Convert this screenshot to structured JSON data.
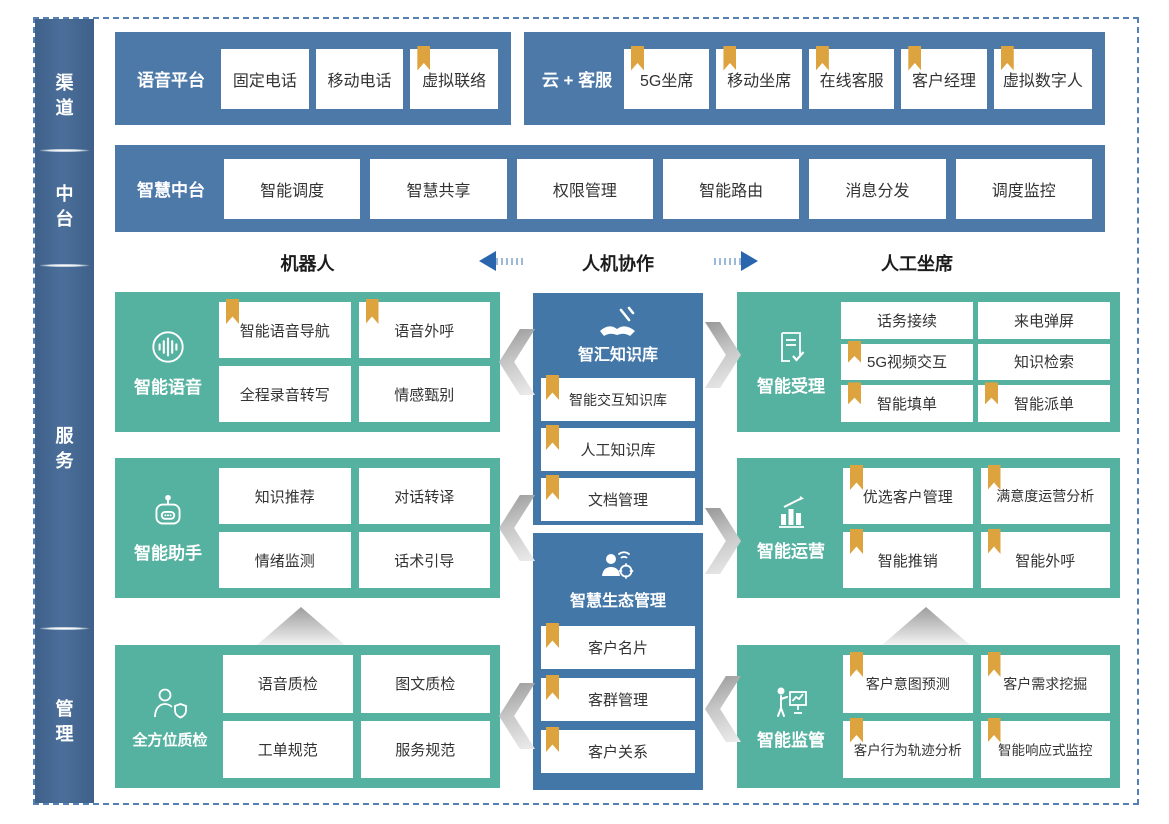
{
  "colors": {
    "panel_blue": "#4d79a9",
    "center_blue": "#4377a8",
    "rail_blue": "#3e6089",
    "teal": "#56b2a0",
    "bookmark_gold": "#dda33f",
    "arrow_blue": "#2a66ae",
    "border_dash_blue": "#5580b5"
  },
  "rail": {
    "items": [
      "渠道",
      "中台",
      "服务",
      "管理"
    ]
  },
  "channel": {
    "voice_panel": {
      "label": "语音平台",
      "items": [
        {
          "text": "固定电话",
          "bookmark": false
        },
        {
          "text": "移动电话",
          "bookmark": false
        },
        {
          "text": "虚拟联络",
          "bookmark": true
        }
      ]
    },
    "cloud_panel": {
      "label": "云 + 客服",
      "items": [
        {
          "text": "5G坐席",
          "bookmark": true
        },
        {
          "text": "移动坐席",
          "bookmark": true
        },
        {
          "text": "在线客服",
          "bookmark": true
        },
        {
          "text": "客户经理",
          "bookmark": true
        },
        {
          "text": "虚拟数字人",
          "bookmark": true
        }
      ]
    }
  },
  "midplatform": {
    "label": "智慧中台",
    "items": [
      "智能调度",
      "智慧共享",
      "权限管理",
      "智能路由",
      "消息分发",
      "调度监控"
    ]
  },
  "collab": {
    "left": "机器人",
    "center": "人机协作",
    "right": "人工坐席"
  },
  "service": {
    "smart_voice": {
      "label": "智能语音",
      "icon": "voice-wave-icon",
      "items": [
        {
          "text": "智能语音导航",
          "bookmark": true
        },
        {
          "text": "语音外呼",
          "bookmark": true
        },
        {
          "text": "全程录音转写",
          "bookmark": false
        },
        {
          "text": "情感甄别",
          "bookmark": false
        }
      ]
    },
    "smart_assistant": {
      "label": "智能助手",
      "icon": "robot-icon",
      "items": [
        {
          "text": "知识推荐",
          "bookmark": false
        },
        {
          "text": "对话转译",
          "bookmark": false
        },
        {
          "text": "情绪监测",
          "bookmark": false
        },
        {
          "text": "话术引导",
          "bookmark": false
        }
      ]
    },
    "quality_check": {
      "label": "全方位质检",
      "icon": "inspector-icon",
      "items": [
        {
          "text": "语音质检",
          "bookmark": false
        },
        {
          "text": "图文质检",
          "bookmark": false
        },
        {
          "text": "工单规范",
          "bookmark": false
        },
        {
          "text": "服务规范",
          "bookmark": false
        }
      ]
    },
    "knowledge_base": {
      "label": "智汇知识库",
      "icon": "book-pen-icon",
      "items": [
        {
          "text": "智能交互知识库",
          "bookmark": true
        },
        {
          "text": "人工知识库",
          "bookmark": true
        },
        {
          "text": "文档管理",
          "bookmark": true
        }
      ]
    },
    "eco_management": {
      "label": "智慧生态管理",
      "icon": "person-network-icon",
      "items": [
        {
          "text": "客户名片",
          "bookmark": true
        },
        {
          "text": "客群管理",
          "bookmark": true
        },
        {
          "text": "客户关系",
          "bookmark": true
        }
      ]
    },
    "smart_accept": {
      "label": "智能受理",
      "icon": "document-check-icon",
      "items": [
        {
          "text": "话务接续",
          "bookmark": false
        },
        {
          "text": "来电弹屏",
          "bookmark": false
        },
        {
          "text": "5G视频交互",
          "bookmark": true
        },
        {
          "text": "知识检索",
          "bookmark": false
        },
        {
          "text": "智能填单",
          "bookmark": true
        },
        {
          "text": "智能派单",
          "bookmark": true
        }
      ]
    },
    "smart_ops": {
      "label": "智能运营",
      "icon": "chart-growth-icon",
      "items": [
        {
          "text": "优选客户管理",
          "bookmark": true
        },
        {
          "text": "满意度运营分析",
          "bookmark": true
        },
        {
          "text": "智能推销",
          "bookmark": true
        },
        {
          "text": "智能外呼",
          "bookmark": true
        }
      ]
    },
    "smart_monitor": {
      "label": "智能监管",
      "icon": "presenter-chart-icon",
      "items": [
        {
          "text": "客户意图预测",
          "bookmark": true
        },
        {
          "text": "客户需求挖掘",
          "bookmark": true
        },
        {
          "text": "客户行为轨迹分析",
          "bookmark": true
        },
        {
          "text": "智能响应式监控",
          "bookmark": true
        }
      ]
    }
  }
}
